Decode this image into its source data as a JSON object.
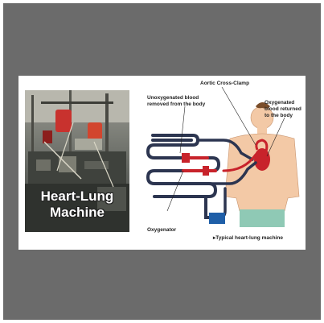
{
  "photo": {
    "caption_line1": "Heart-Lung",
    "caption_line2": "Machine"
  },
  "labels": {
    "aortic_clamp": "Aortic Cross-Clamp",
    "unoxygenated_line1": "Unoxygenated blood",
    "unoxygenated_line2": "removed from the body",
    "oxygenated_line1": "Oxygenated",
    "oxygenated_line2": "blood returned",
    "oxygenated_line3": "to the body",
    "oxygenator": "Oxygenator",
    "caption": "▸Typical heart-lung machine"
  },
  "colors": {
    "frame": "#6b6b6b",
    "tube_dark": "#2c3550",
    "tube_red": "#c8232b",
    "oxygenator_blue": "#1f5fa8",
    "skin": "#f3c9a6"
  }
}
